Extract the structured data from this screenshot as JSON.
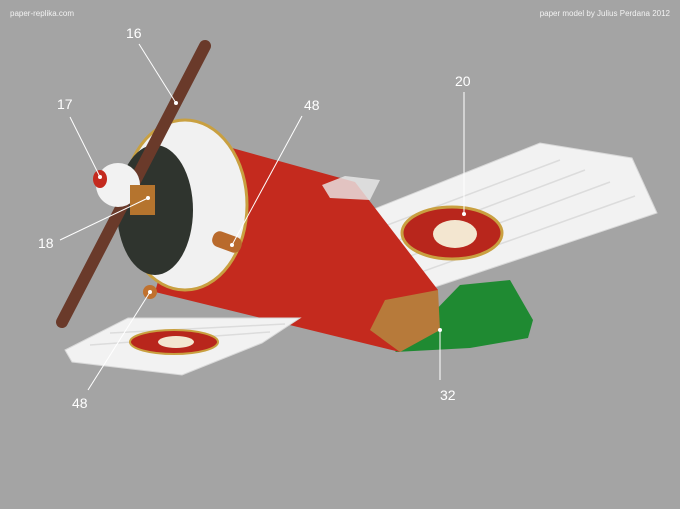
{
  "header": {
    "site": "paper-replika.com",
    "credit": "paper model by Julius Perdana 2012"
  },
  "callouts": [
    {
      "id": "propeller",
      "number": "16"
    },
    {
      "id": "spinner",
      "number": "17"
    },
    {
      "id": "engine",
      "number": "18"
    },
    {
      "id": "exhaust-top",
      "number": "48"
    },
    {
      "id": "wing-emblem",
      "number": "20"
    },
    {
      "id": "exhaust-bottom",
      "number": "48"
    },
    {
      "id": "tail",
      "number": "32"
    }
  ],
  "colors": {
    "background": "#a4a4a4",
    "fuselage": "#c42a1e",
    "wing": "#f4f4f4",
    "tail": "#1f8a32",
    "propeller": "#6a3a2a"
  }
}
